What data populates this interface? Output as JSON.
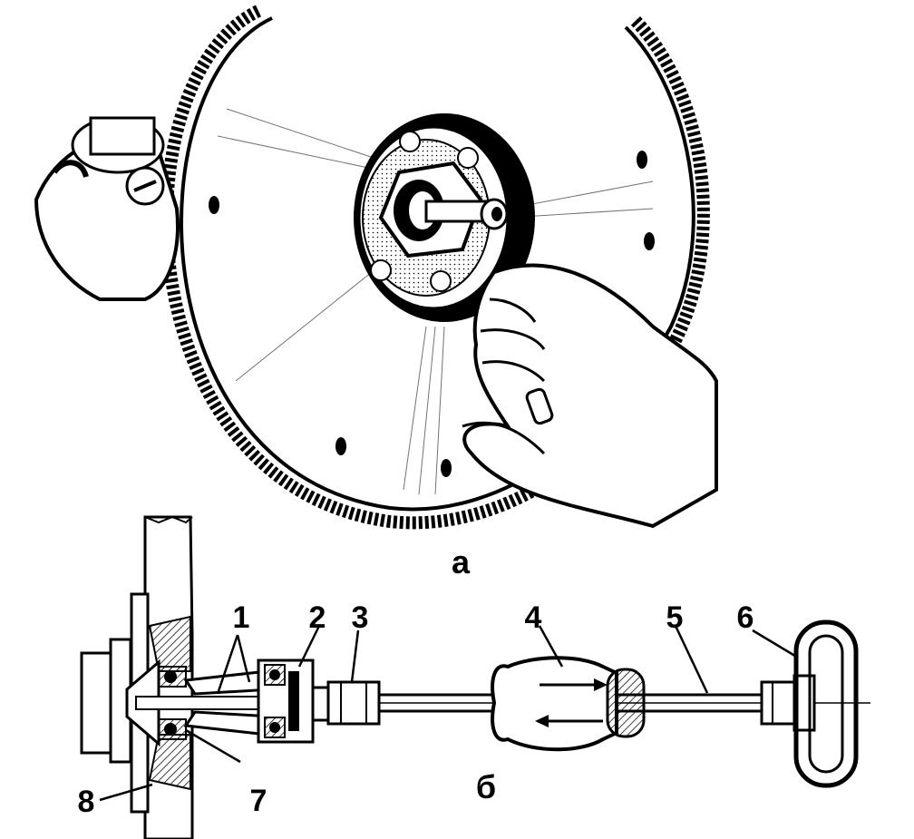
{
  "figure": {
    "panel_labels": {
      "a": "а",
      "b": "б"
    },
    "callouts": [
      "1",
      "2",
      "3",
      "4",
      "5",
      "6",
      "7",
      "8"
    ]
  },
  "colors": {
    "ink": "#000000",
    "paper": "#ffffff"
  }
}
